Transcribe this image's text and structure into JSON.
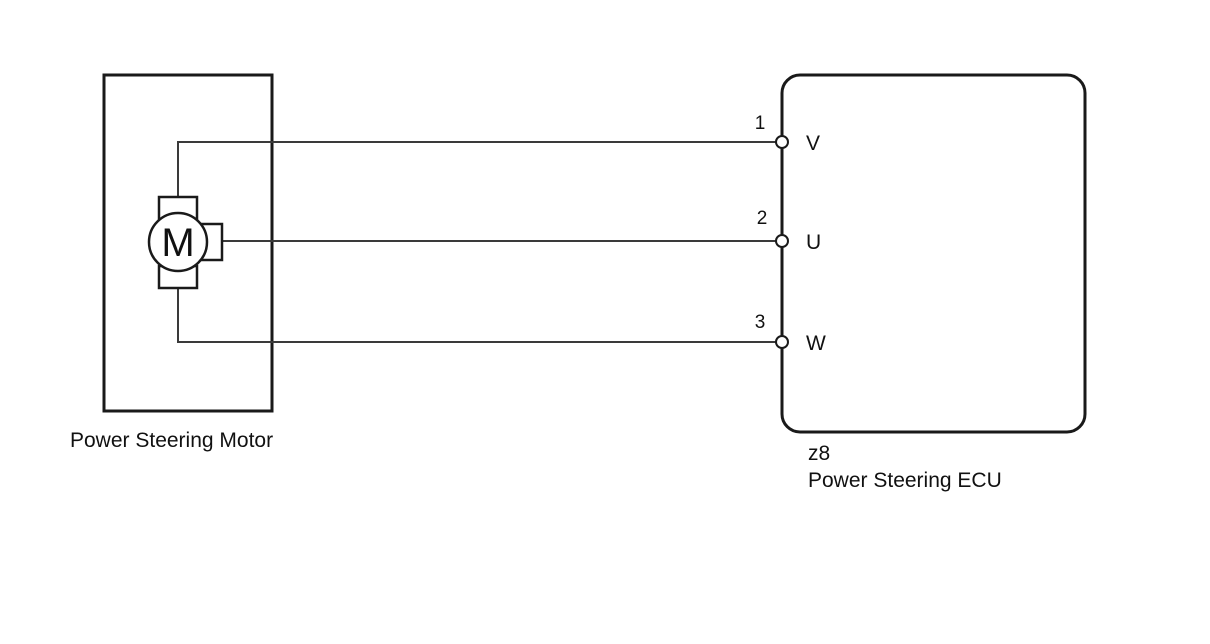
{
  "motor": {
    "label": "Power Steering Motor",
    "symbol": "M"
  },
  "ecu": {
    "connector": "z8",
    "label": "Power Steering ECU"
  },
  "pins": [
    {
      "number": "1",
      "name": "V"
    },
    {
      "number": "2",
      "name": "U"
    },
    {
      "number": "3",
      "name": "W"
    }
  ]
}
